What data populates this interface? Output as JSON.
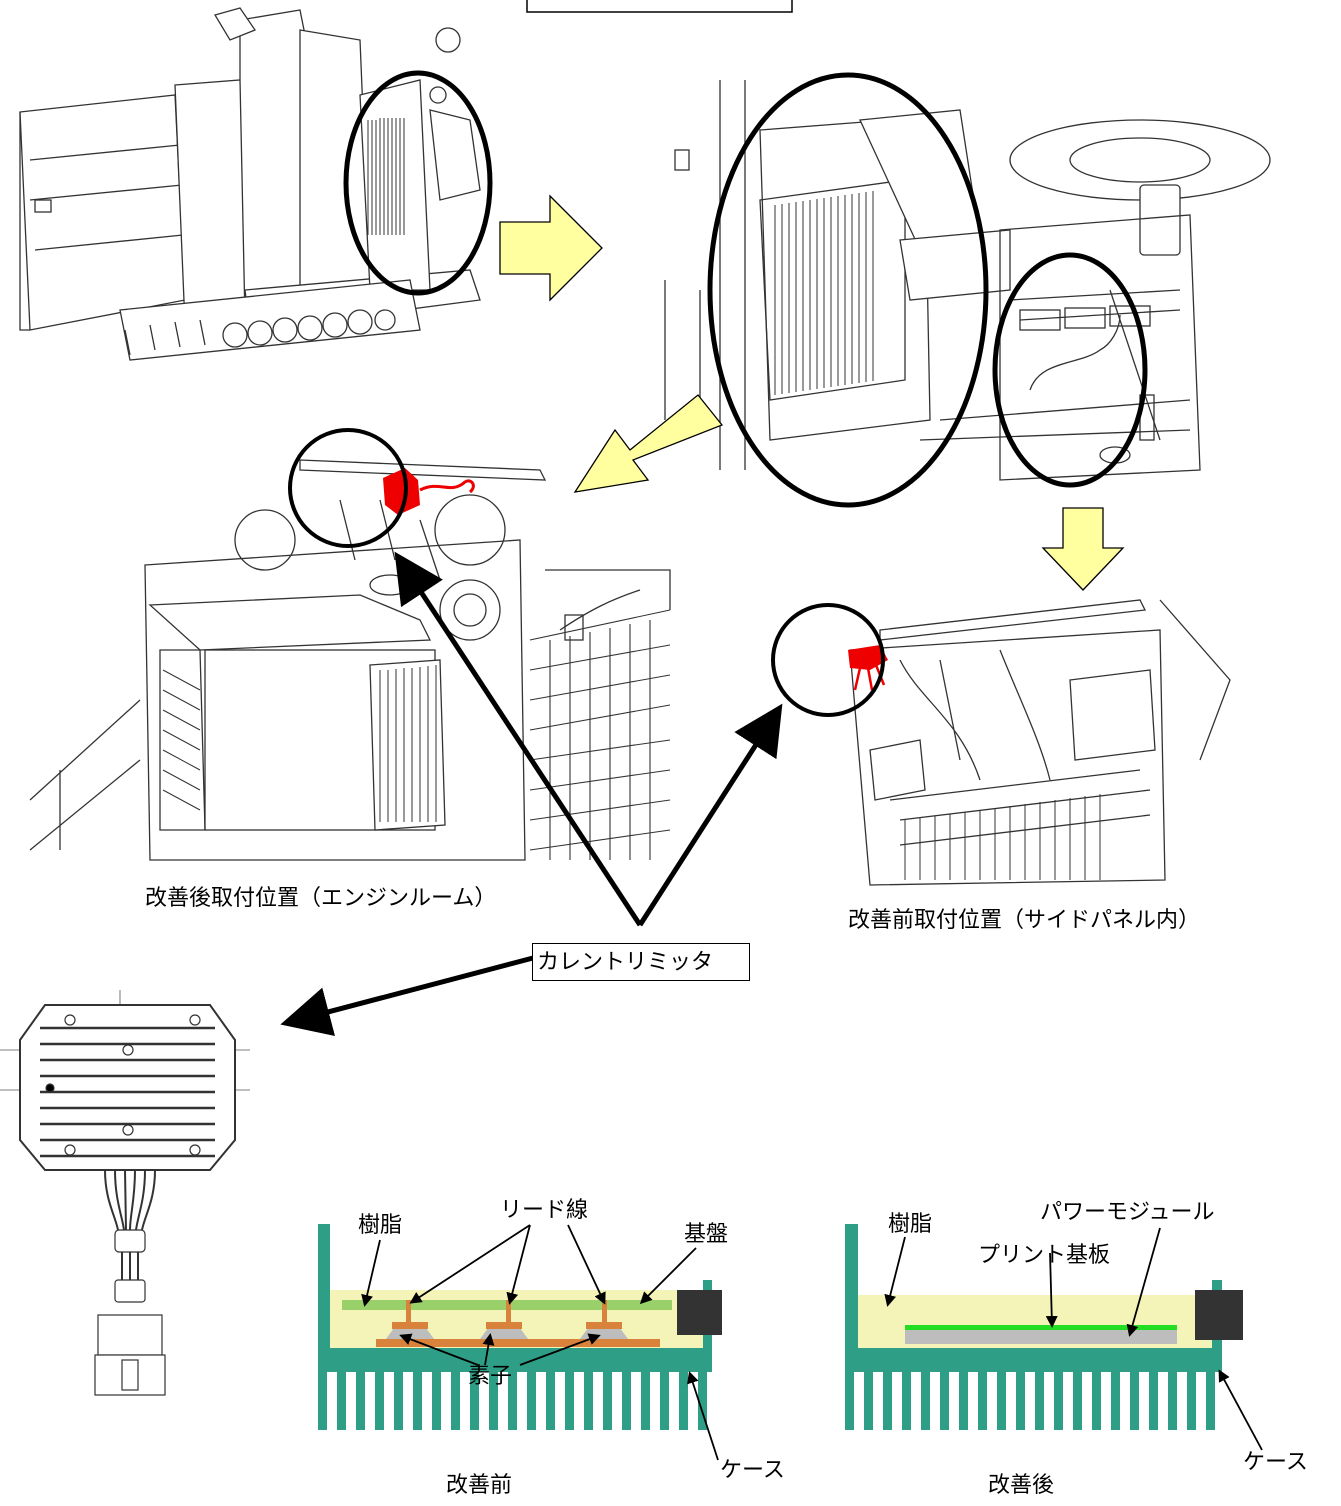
{
  "callout": {
    "current_limiter": "カレントリミッタ"
  },
  "captions": {
    "after_location": "改善後取付位置（エンジンルーム）",
    "before_location": "改善前取付位置（サイドパネル内）",
    "before": "改善前",
    "after": "改善後"
  },
  "cross_section_before": {
    "resin": "樹脂",
    "lead_wire": "リード線",
    "board": "基盤",
    "element": "素子",
    "case": "ケース"
  },
  "cross_section_after": {
    "resin": "樹脂",
    "power_module": "パワーモジュール",
    "printed_board": "プリント基板",
    "case": "ケース"
  },
  "colors": {
    "arrow_fill": "#ffffa0",
    "highlight_red": "#ee0000",
    "heatsink_green": "#2e9e86",
    "resin_yellow": "#f4f3b8",
    "board_green": "#9ad06a",
    "pcb_bright_green": "#22dd22",
    "copper": "#d9823b",
    "element_gray": "#bdbdbd",
    "connector_dark": "#333333"
  }
}
